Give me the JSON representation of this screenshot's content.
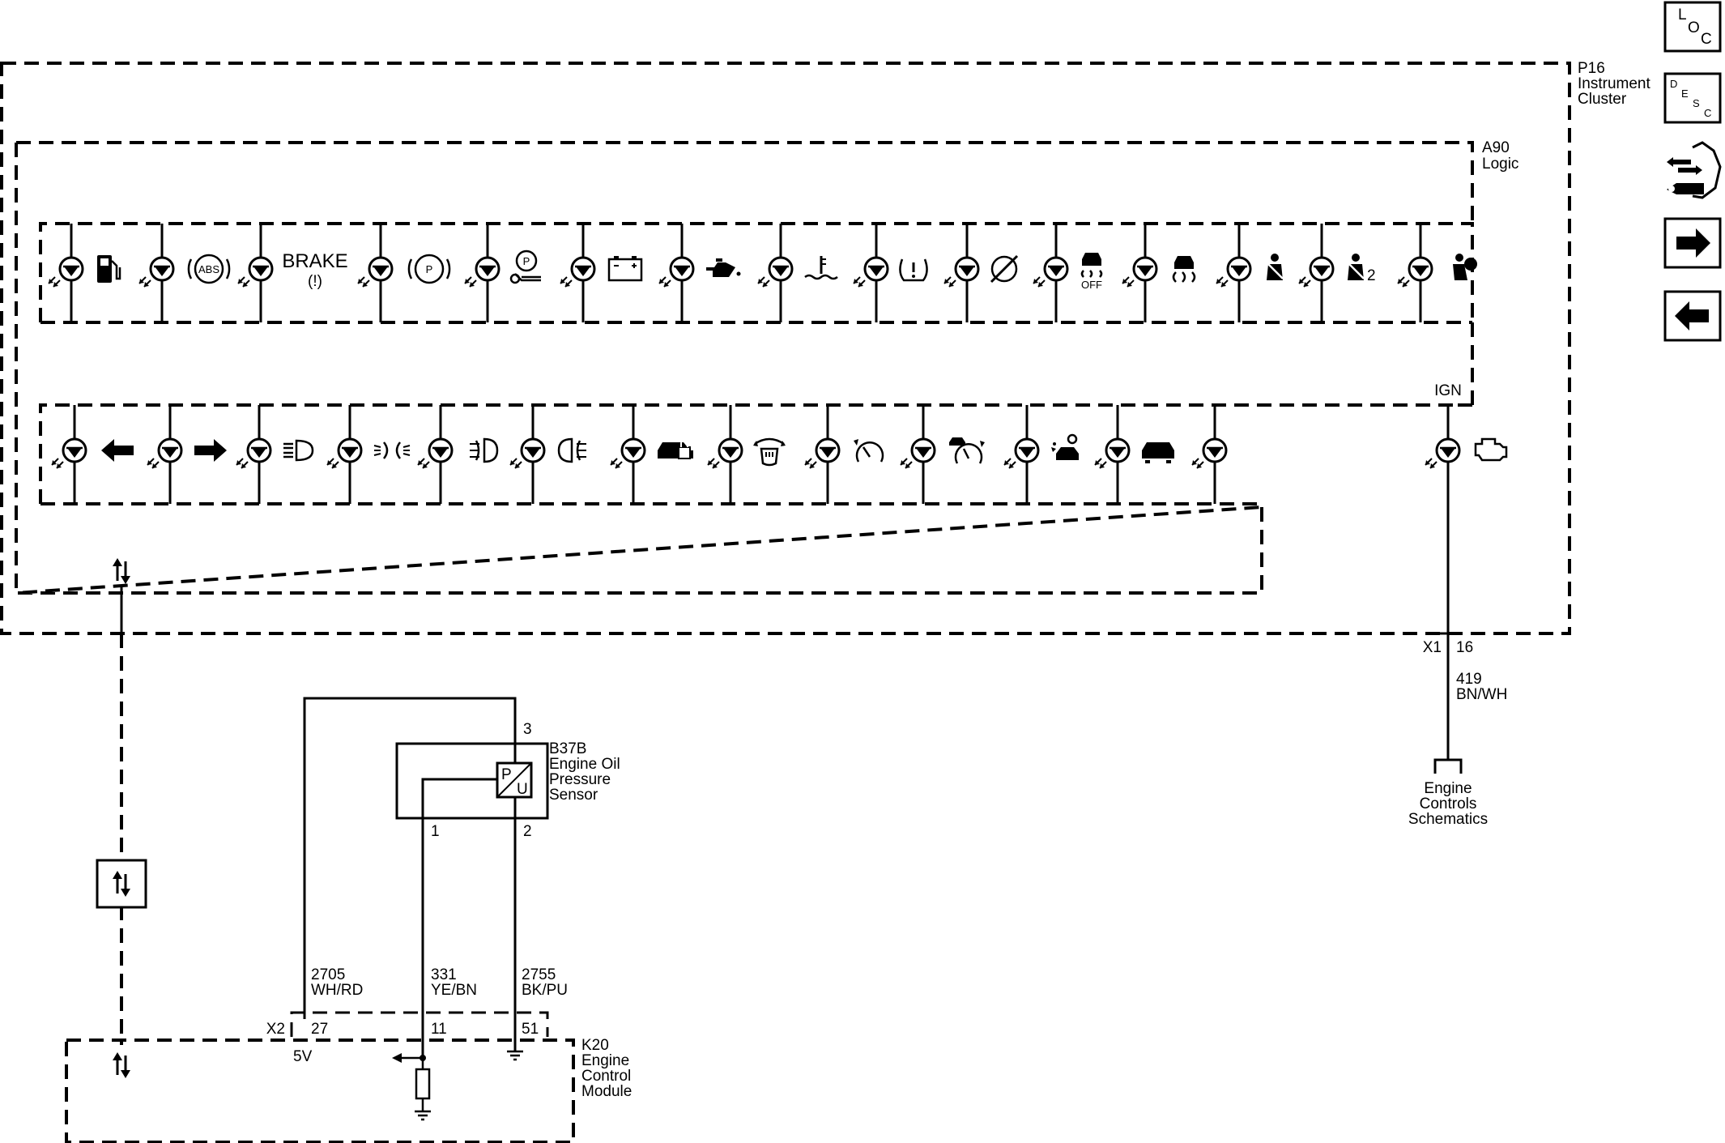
{
  "modules": {
    "instrument_cluster": {
      "id": "P16",
      "name_line1": "Instrument",
      "name_line2": "Cluster"
    },
    "logic": {
      "id": "A90",
      "name": "Logic"
    },
    "sensor": {
      "id": "B37B",
      "name_line1": "Engine Oil",
      "name_line2": "Pressure",
      "name_line3": "Sensor",
      "symbol_p": "P",
      "symbol_u": "U"
    },
    "ecm": {
      "id": "K20",
      "name_line1": "Engine",
      "name_line2": "Control",
      "name_line3": "Module"
    },
    "engine_controls_ref": {
      "line1": "Engine",
      "line2": "Controls",
      "line3": "Schematics"
    }
  },
  "indicators": {
    "brake_text": "BRAKE",
    "brake_symbol": "(!)",
    "abs_text": "ABS",
    "park_text": "P",
    "service_park_text": "P",
    "traction_off_text": "OFF",
    "seatbelt_2_text": "2"
  },
  "connectors": {
    "x1": "X1",
    "x1_pin": "16",
    "x2": "X2",
    "x2_pin_a": "27",
    "x2_pin_b": "11",
    "x2_pin_c": "51",
    "sensor_pin_3": "3",
    "sensor_pin_1": "1",
    "sensor_pin_2": "2"
  },
  "signals": {
    "ign": "IGN",
    "five_volt": "5V"
  },
  "wires": {
    "w419": {
      "circuit": "419",
      "color": "BN/WH"
    },
    "w2705": {
      "circuit": "2705",
      "color": "WH/RD"
    },
    "w331": {
      "circuit": "331",
      "color": "YE/BN"
    },
    "w2755": {
      "circuit": "2755",
      "color": "BK/PU"
    }
  },
  "nav": {
    "loc": {
      "a": "L",
      "b": "O",
      "c": "C"
    },
    "desc": {
      "a": "D",
      "b": "E",
      "c": "S",
      "d": "C"
    }
  }
}
